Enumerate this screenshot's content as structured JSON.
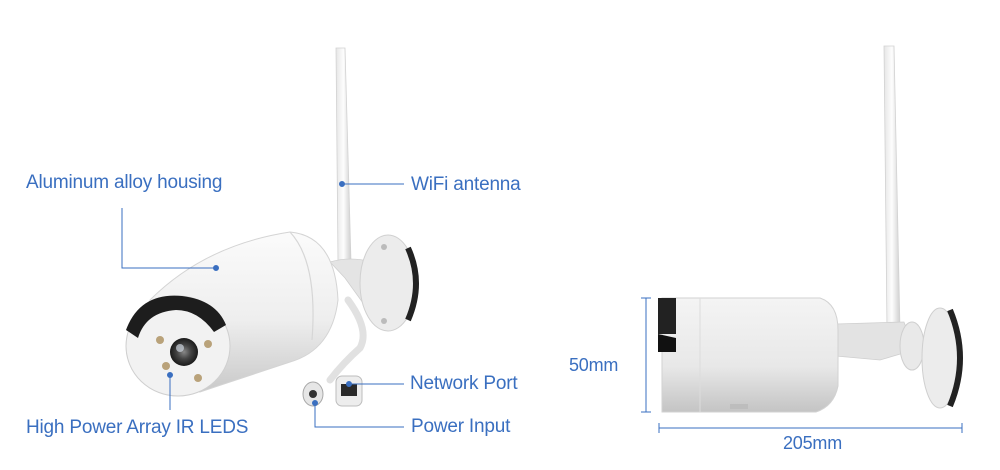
{
  "colors": {
    "accent": "#3a6fc0",
    "label": "#3a6fc0",
    "dimension_text": "#3a6fc0"
  },
  "callouts": {
    "housing": "Aluminum alloy housing",
    "ir_leds": "High Power Array IR LEDS",
    "wifi_antenna": "WiFi antenna",
    "network_port": "Network Port",
    "power_input": "Power Input"
  },
  "dimensions": {
    "height": "50mm",
    "width": "205mm"
  }
}
